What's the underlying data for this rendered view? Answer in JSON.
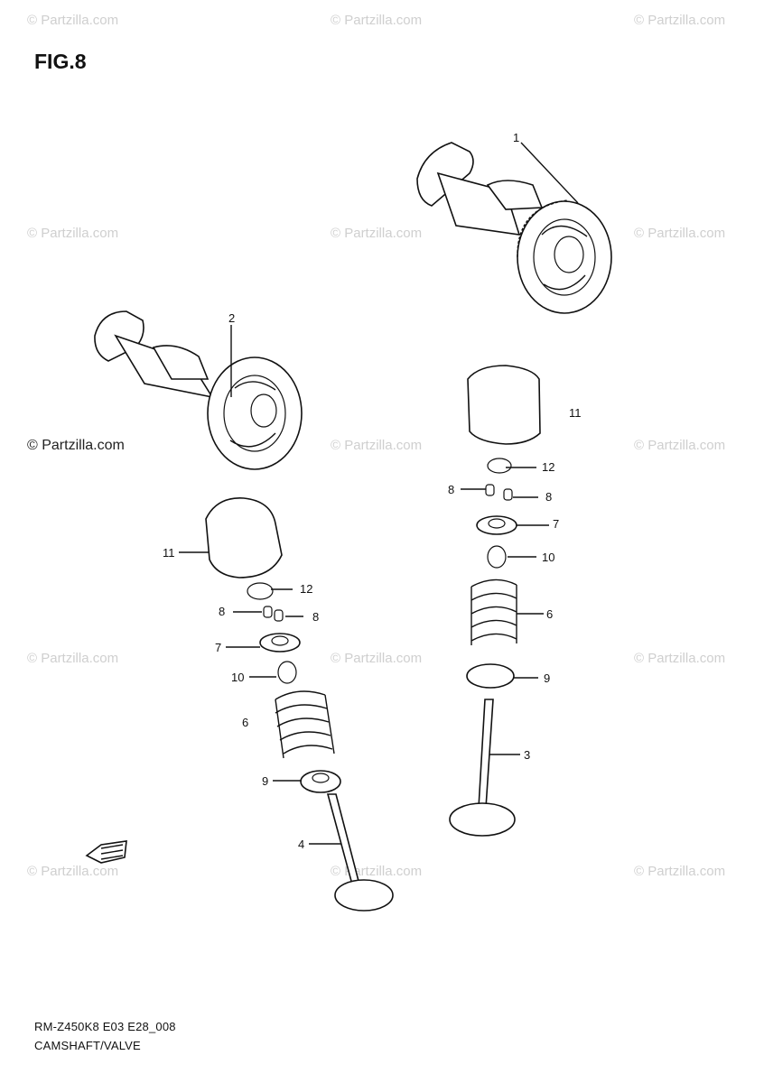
{
  "figure": {
    "title": "FIG.8"
  },
  "watermark": {
    "text": "© Partzilla.com"
  },
  "callouts": [
    "1",
    "2",
    "11",
    "12",
    "8",
    "8",
    "7",
    "10",
    "6",
    "9",
    "3",
    "11",
    "12",
    "8",
    "8",
    "7",
    "10",
    "6",
    "9",
    "4"
  ],
  "footer": {
    "code": "RM-Z450K8 E03 E28_008",
    "caption": "CAMSHAFT/VALVE"
  },
  "icons": [
    "fwd-arrow-icon"
  ]
}
